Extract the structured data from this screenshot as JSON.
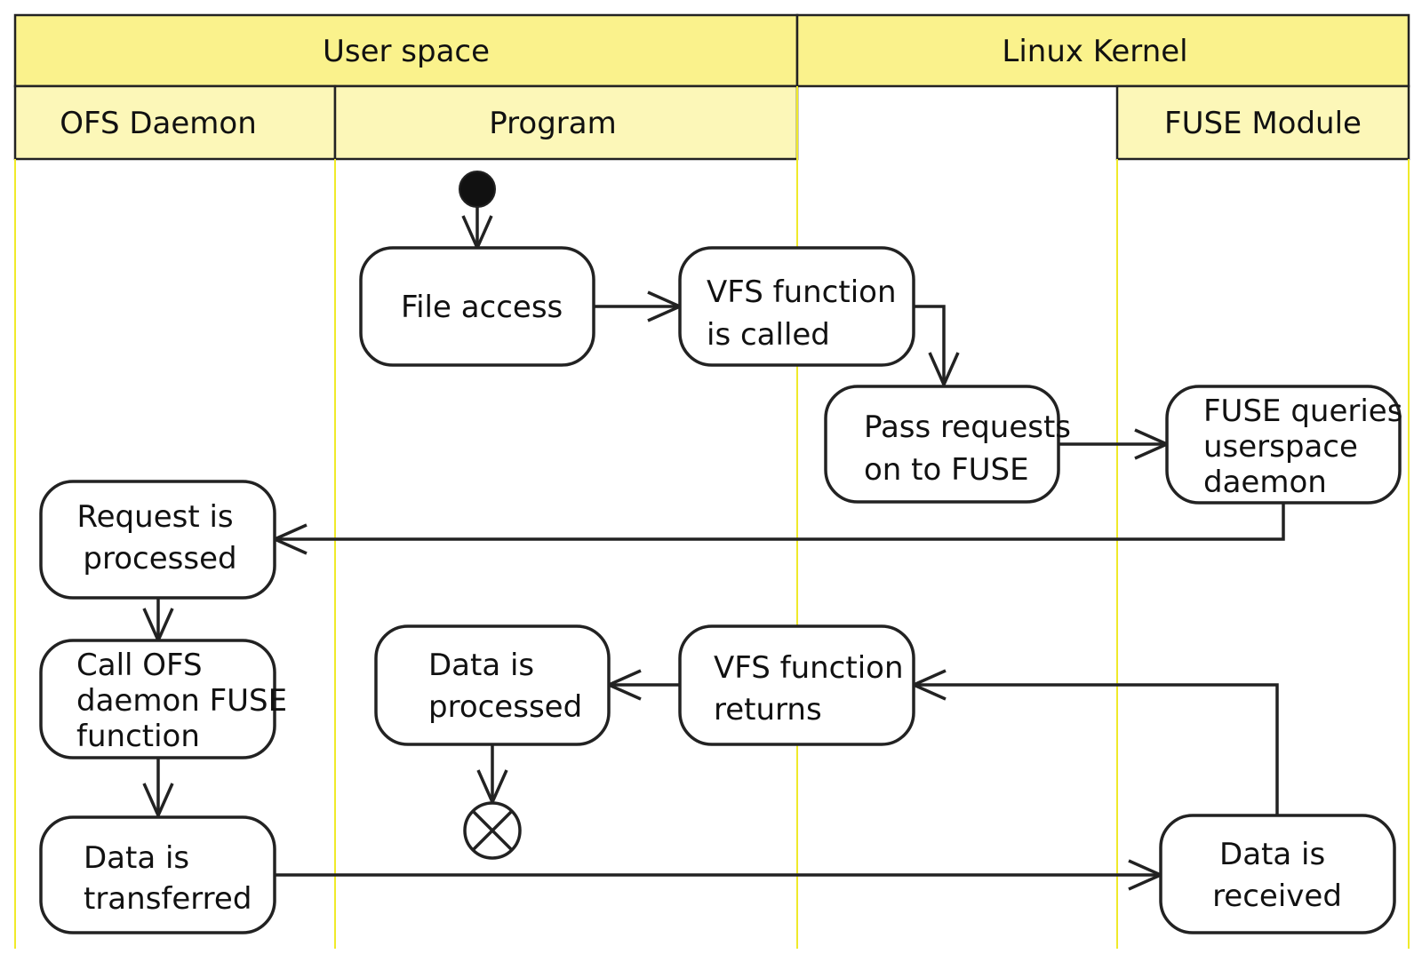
{
  "colors": {
    "header_fill": "#faf28c",
    "lane_header_fill": "#fcf7b8",
    "lane_line": "#f0ea2a",
    "stroke": "#222222"
  },
  "header": {
    "user_space": "User space",
    "linux_kernel": "Linux Kernel"
  },
  "lanes": {
    "ofs_daemon": "OFS Daemon",
    "program": "Program",
    "fuse_module": "FUSE Module"
  },
  "nodes": {
    "file_access": [
      "File access"
    ],
    "vfs_called": [
      "VFS function",
      "is called"
    ],
    "pass_requests": [
      "Pass requests",
      "on to FUSE"
    ],
    "fuse_queries": [
      "FUSE queries",
      "userspace",
      "daemon"
    ],
    "request_processed": [
      "Request is",
      "processed"
    ],
    "call_ofs": [
      "Call OFS",
      "daemon FUSE",
      "function"
    ],
    "data_transferred": [
      "Data is",
      "transferred"
    ],
    "data_received": [
      "Data is",
      "received"
    ],
    "vfs_returns": [
      "VFS function",
      "returns"
    ],
    "data_processed": [
      "Data is",
      "processed"
    ]
  },
  "start_node": "initial-node",
  "end_node": "final-node"
}
